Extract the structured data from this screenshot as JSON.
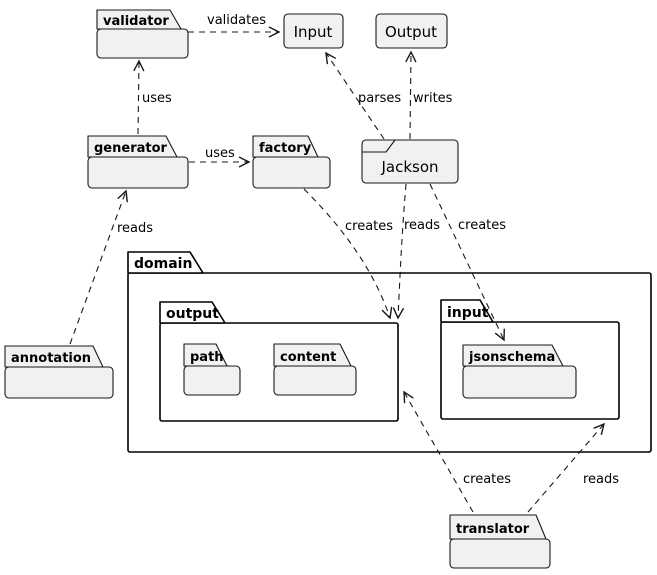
{
  "diagram": {
    "type": "uml-package-dependency-diagram",
    "background": "#FFFFFF",
    "colors": {
      "package_fill": "#F1F1F1",
      "container_fill": "#FFFFFF",
      "package_border": "#181818",
      "container_border": "#000000",
      "edge_color": "#181818",
      "text_color": "#000000"
    },
    "packages": {
      "validator": {
        "label": "validator"
      },
      "generator": {
        "label": "generator"
      },
      "factory": {
        "label": "factory"
      },
      "annotation": {
        "label": "annotation"
      },
      "translator": {
        "label": "translator"
      },
      "jackson": {
        "label": "Jackson"
      },
      "domain": {
        "label": "domain"
      },
      "output_pkg": {
        "label": "output"
      },
      "input_pkg": {
        "label": "input"
      },
      "path": {
        "label": "path"
      },
      "content": {
        "label": "content"
      },
      "jsonschema": {
        "label": "jsonschema"
      }
    },
    "classes": {
      "input_class": {
        "label": "Input"
      },
      "output_class": {
        "label": "Output"
      }
    },
    "edges": {
      "validator_input": {
        "from": "validator",
        "to": "Input",
        "label": "validates"
      },
      "generator_validator": {
        "from": "generator",
        "to": "validator",
        "label": "uses"
      },
      "generator_factory": {
        "from": "generator",
        "to": "factory",
        "label": "uses"
      },
      "annotation_generator": {
        "from": "annotation",
        "to": "generator",
        "label": "reads"
      },
      "jackson_input": {
        "from": "Jackson",
        "to": "Input",
        "label": "parses"
      },
      "jackson_output_class": {
        "from": "Jackson",
        "to": "Output",
        "label": "writes"
      },
      "factory_output": {
        "from": "factory",
        "to": "output",
        "label": "creates"
      },
      "jackson_output_pkg": {
        "from": "Jackson",
        "to": "output",
        "label": "reads"
      },
      "jackson_jsonschema": {
        "from": "Jackson",
        "to": "jsonschema",
        "label": "creates"
      },
      "translator_output": {
        "from": "translator",
        "to": "output",
        "label": "creates"
      },
      "translator_input": {
        "from": "translator",
        "to": "input",
        "label": "reads"
      }
    }
  }
}
